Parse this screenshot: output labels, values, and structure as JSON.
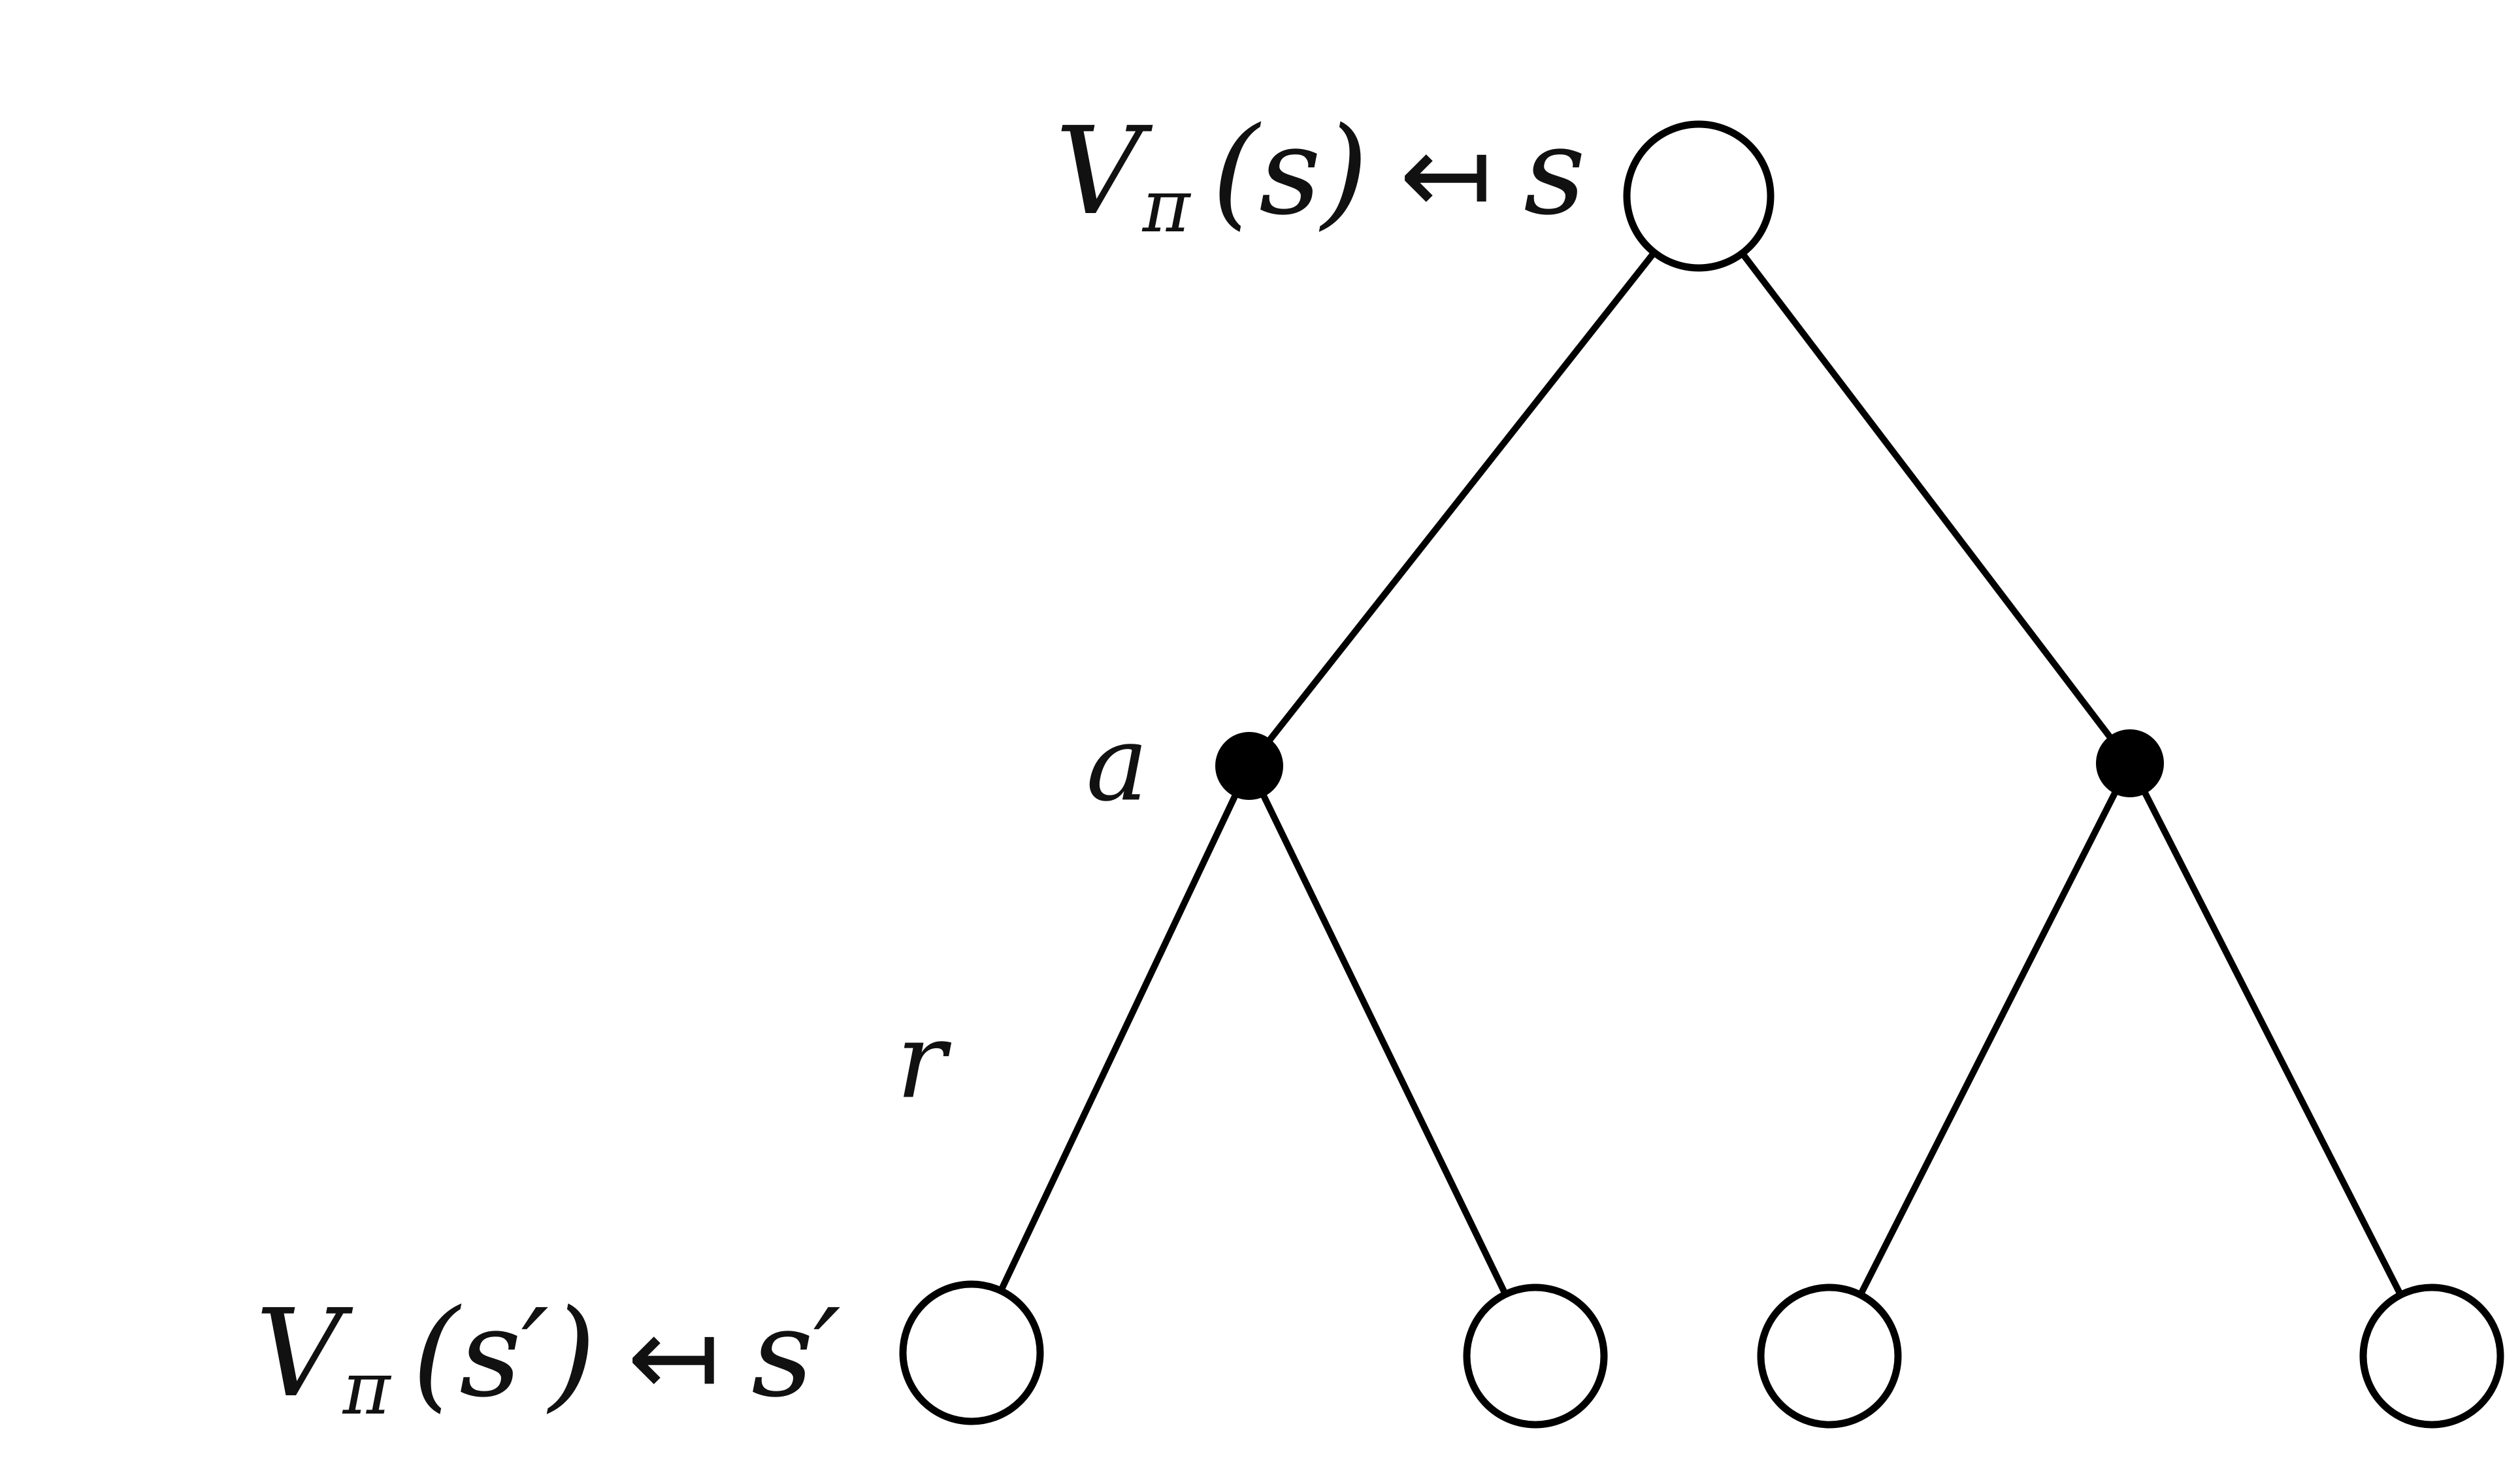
{
  "diagram": {
    "type": "backup-diagram-tree",
    "root_label": {
      "var": "V",
      "sub": "π",
      "arg": "(s)",
      "arrow": "↤",
      "state": "s"
    },
    "leaf_label": {
      "var": "V",
      "sub": "π",
      "arg": "(s′)",
      "arrow": "↤",
      "state": "s′"
    },
    "action_label": "a",
    "reward_label": "r",
    "colors": {
      "background": "#ffffff",
      "node_stroke": "#000000",
      "open_node_fill": "#ffffff",
      "action_node_fill": "#000000",
      "edge": "#000000"
    },
    "structure": {
      "root_children": 2,
      "leaves_per_action": 2,
      "open_nodes": 5,
      "filled_nodes": 2
    }
  }
}
